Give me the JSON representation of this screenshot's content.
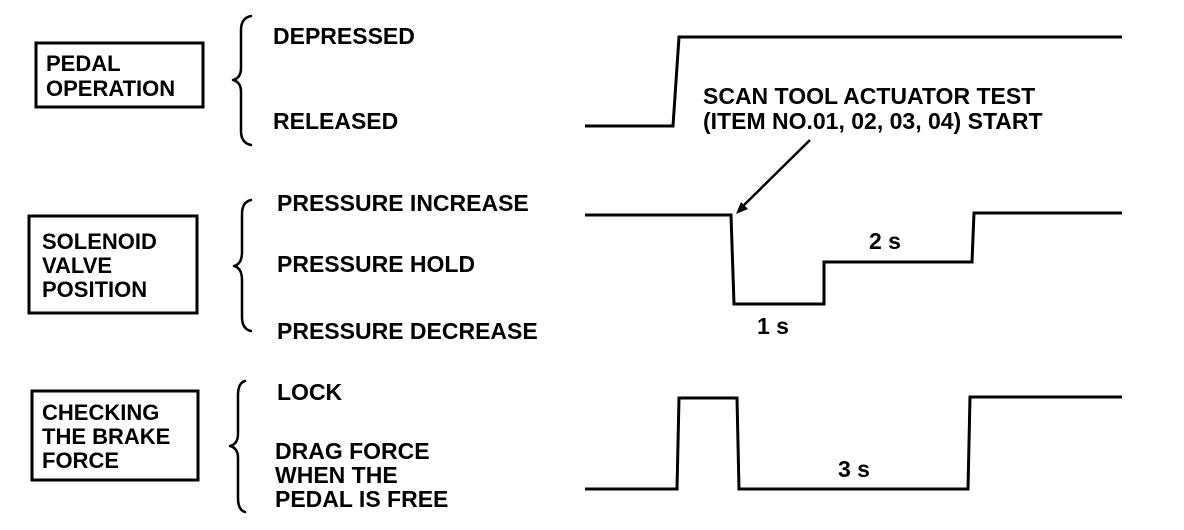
{
  "rows": {
    "pedal": {
      "box_lines": [
        "PEDAL",
        "OPERATION"
      ],
      "states": [
        "DEPRESSED",
        "RELEASED"
      ]
    },
    "solenoid": {
      "box_lines": [
        "SOLENOID",
        "VALVE",
        "POSITION"
      ],
      "states": [
        "PRESSURE INCREASE",
        "PRESSURE HOLD",
        "PRESSURE DECREASE"
      ]
    },
    "brake": {
      "box_lines": [
        "CHECKING",
        "THE BRAKE",
        "FORCE"
      ],
      "state_lock": "LOCK",
      "state_drag_lines": [
        "DRAG FORCE",
        "WHEN THE",
        "PEDAL IS FREE"
      ]
    }
  },
  "annotations": {
    "scan_tool_line1": "SCAN TOOL ACTUATOR TEST",
    "scan_tool_line2": "(ITEM NO.01, 02, 03, 04) START",
    "time_1s": "1 s",
    "time_2s": "2 s",
    "time_3s": "3 s"
  }
}
